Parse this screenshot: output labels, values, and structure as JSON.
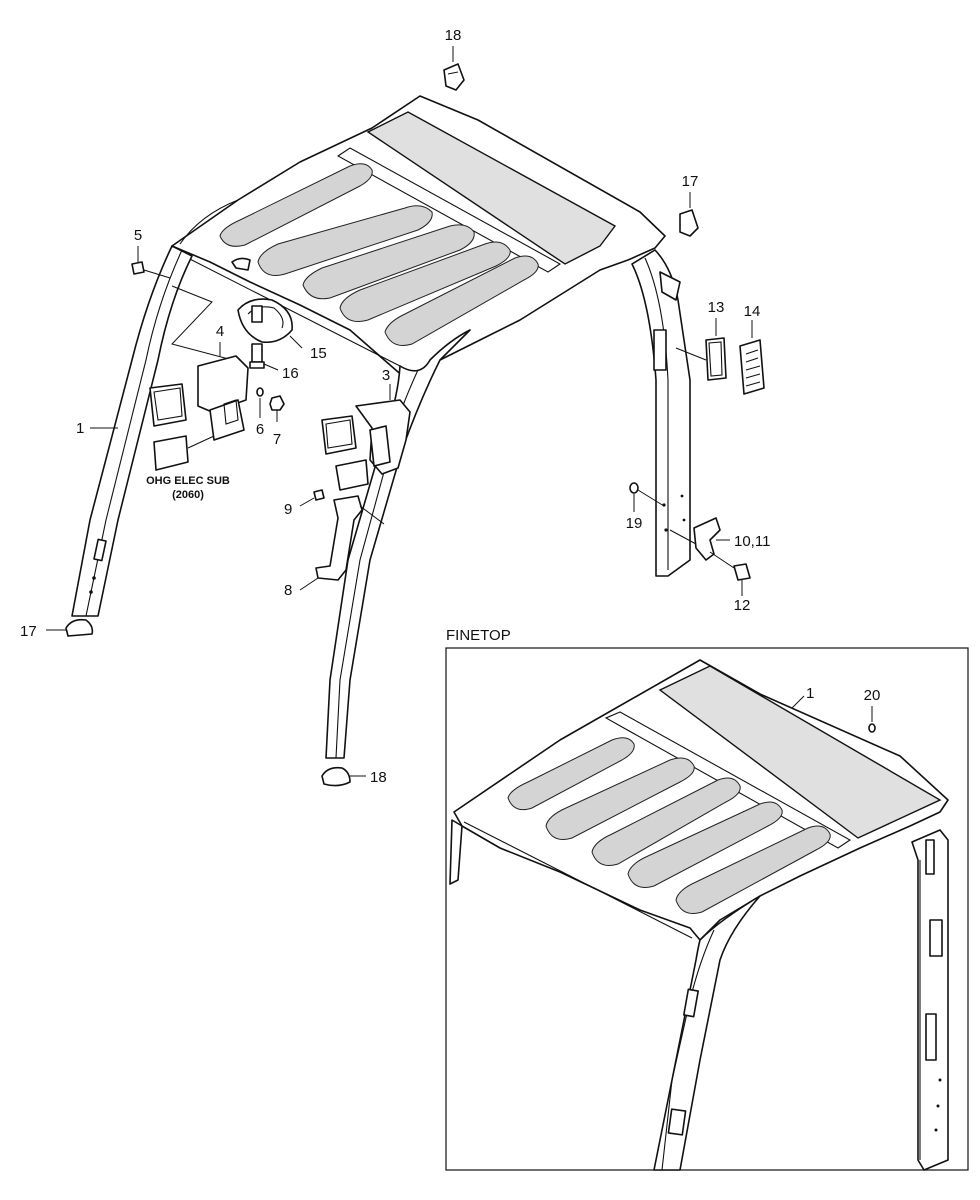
{
  "diagram": {
    "callouts": {
      "c1": "1",
      "c3": "3",
      "c4": "4",
      "c5": "5",
      "c6": "6",
      "c7": "7",
      "c8": "8",
      "c9": "9",
      "c10_11": "10,11",
      "c12": "12",
      "c13": "13",
      "c14": "14",
      "c15": "15",
      "c16": "16",
      "c17a": "17",
      "c17b": "17",
      "c18a": "18",
      "c18b": "18",
      "c19": "19"
    },
    "note": {
      "line1": "OHG ELEC SUB",
      "line2": "(2060)"
    },
    "inset": {
      "title": "FINETOP",
      "c1": "1",
      "c20": "20"
    }
  }
}
